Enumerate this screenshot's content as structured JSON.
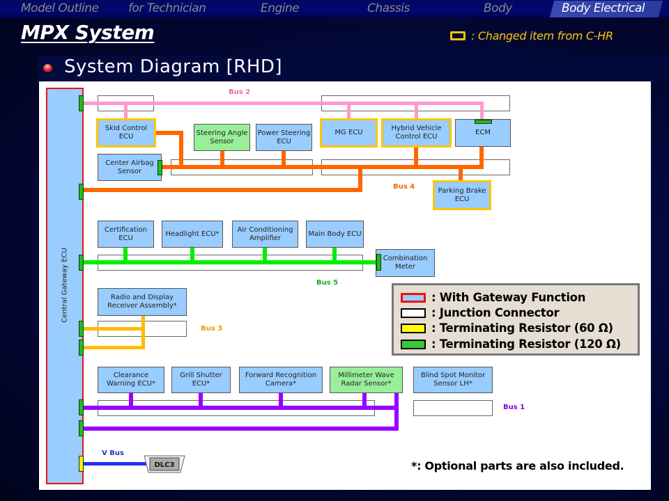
{
  "nav": {
    "items": [
      {
        "label": "Model Outline",
        "active": false
      },
      {
        "label": "for Technician",
        "active": false
      },
      {
        "label": "Engine",
        "active": false
      },
      {
        "label": "Chassis",
        "active": false
      },
      {
        "label": "Body",
        "active": false
      },
      {
        "label": "Body Electrical",
        "active": true
      }
    ]
  },
  "header": {
    "title": "MPX System",
    "changed_legend": ": Changed item from C-HR",
    "subtitle": "System Diagram [RHD]"
  },
  "colors": {
    "ecu_fill": "#99ccff",
    "sensor_fill": "#99ee99",
    "changed_border": "#ffc400",
    "gateway_border": "#ee1111",
    "bus1": "#9900ff",
    "bus2": "#ff99cc",
    "bus3": "#ffbb00",
    "bus4": "#ff6600",
    "bus5": "#00ee00",
    "vbus": "#2233ee",
    "term_120": "#22bb22",
    "term_60": "#ffee00"
  },
  "diagram": {
    "gateway": "Central Gateway ECU",
    "buses": {
      "bus1": "Bus 1",
      "bus2": "Bus 2",
      "bus3": "Bus 3",
      "bus4": "Bus 4",
      "bus5": "Bus 5",
      "vbus": "V Bus"
    },
    "ecus": {
      "skid_control": "Skid Control ECU",
      "steering_angle": "Steering Angle Sensor",
      "power_steering": "Power Steering ECU",
      "mg_ecu": "MG ECU",
      "hybrid_vehicle": "Hybrid Vehicle Control ECU",
      "ecm": "ECM",
      "center_airbag": "Center Airbag Sensor",
      "parking_brake": "Parking Brake ECU",
      "certification": "Certification ECU",
      "headlight": "Headlight ECU*",
      "air_conditioning": "Air Conditioning Amplifier",
      "main_body": "Main Body ECU",
      "combination_meter": "Combination Meter",
      "radio_display": "Radio and Display Receiver Assembly*",
      "clearance_warning": "Clearance Warning ECU*",
      "grill_shutter": "Grill Shutter ECU*",
      "forward_recognition": "Forward Recognition Camera*",
      "millimeter_wave": "Millimeter Wave Radar Sensor*",
      "blind_spot": "Blind Spot Monitor Sensor LH*"
    },
    "dlc": "DLC3"
  },
  "legend": {
    "items": [
      {
        "label": ": With Gateway Function"
      },
      {
        "label": ": Junction Connector"
      },
      {
        "label": ": Terminating Resistor (60 Ω)"
      },
      {
        "label": ": Terminating Resistor (120 Ω)"
      }
    ]
  },
  "footnote": "*: Optional parts are also included."
}
